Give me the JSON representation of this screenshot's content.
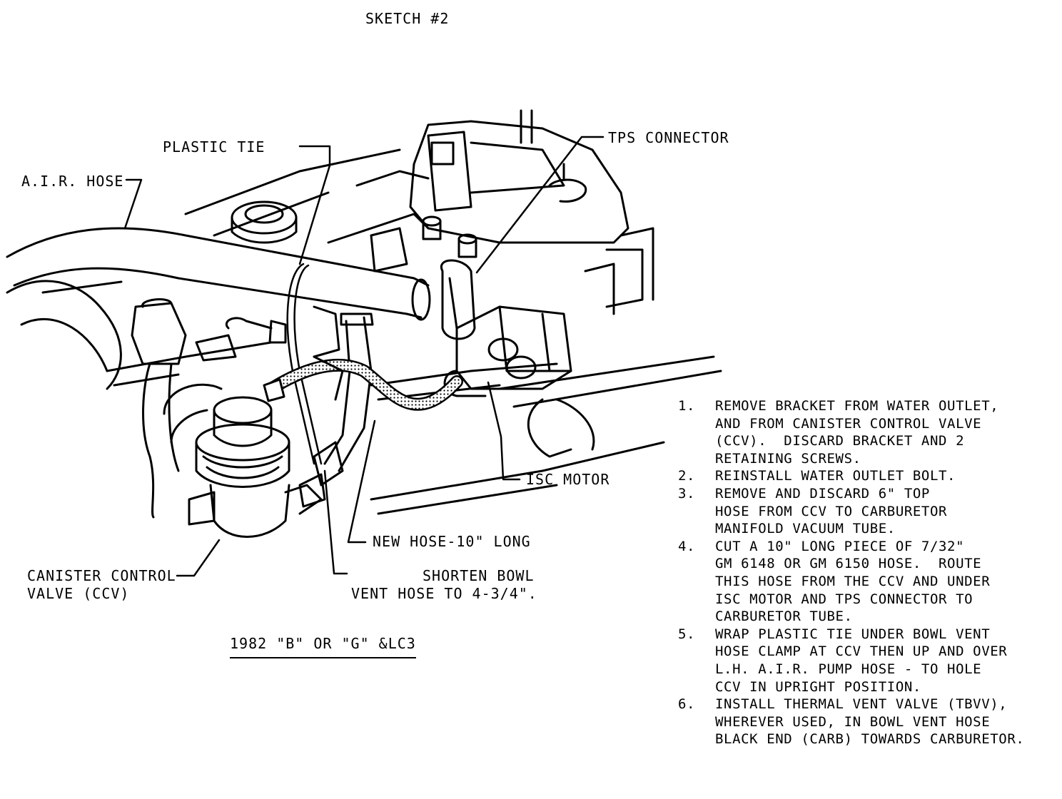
{
  "title": "SKETCH #2",
  "labels": {
    "plastic_tie": "PLASTIC TIE",
    "air_hose": "A.I.R. HOSE",
    "tps_connector": "TPS CONNECTOR",
    "isc_motor": "ISC MOTOR",
    "new_hose": "NEW HOSE-10\" LONG",
    "ccv_line1": "CANISTER CONTROL",
    "ccv_line2": "VALVE (CCV)",
    "bowl_vent_line1": "SHORTEN BOWL",
    "bowl_vent_line2": "VENT HOSE TO 4-3/4\"."
  },
  "caption": "1982 \"B\" OR \"G\" &LC3",
  "instructions": [
    {
      "num": "1.",
      "lines": [
        "REMOVE BRACKET FROM WATER OUTLET,",
        "AND FROM CANISTER CONTROL VALVE",
        "(CCV).  DISCARD BRACKET AND 2",
        "RETAINING SCREWS."
      ]
    },
    {
      "num": "2.",
      "lines": [
        "REINSTALL WATER OUTLET BOLT."
      ]
    },
    {
      "num": "3.",
      "lines": [
        "REMOVE AND DISCARD 6\" TOP",
        "HOSE FROM CCV TO CARBURETOR",
        "MANIFOLD VACUUM TUBE."
      ]
    },
    {
      "num": "4.",
      "lines": [
        "CUT A 10\" LONG PIECE OF 7/32\"",
        "GM 6148 OR GM 6150 HOSE.  ROUTE",
        "THIS HOSE FROM THE CCV AND UNDER",
        "ISC MOTOR AND TPS CONNECTOR TO",
        "CARBURETOR TUBE."
      ]
    },
    {
      "num": "5.",
      "lines": [
        "WRAP PLASTIC TIE UNDER BOWL VENT",
        "HOSE CLAMP AT CCV THEN UP AND OVER",
        "L.H. A.I.R. PUMP HOSE - TO HOLE",
        "CCV IN UPRIGHT POSITION."
      ]
    },
    {
      "num": "6.",
      "lines": [
        "INSTALL THERMAL VENT VALVE (TBVV),",
        "WHEREVER USED, IN BOWL VENT HOSE",
        "BLACK END (CARB) TOWARDS CARBURETOR."
      ]
    }
  ]
}
